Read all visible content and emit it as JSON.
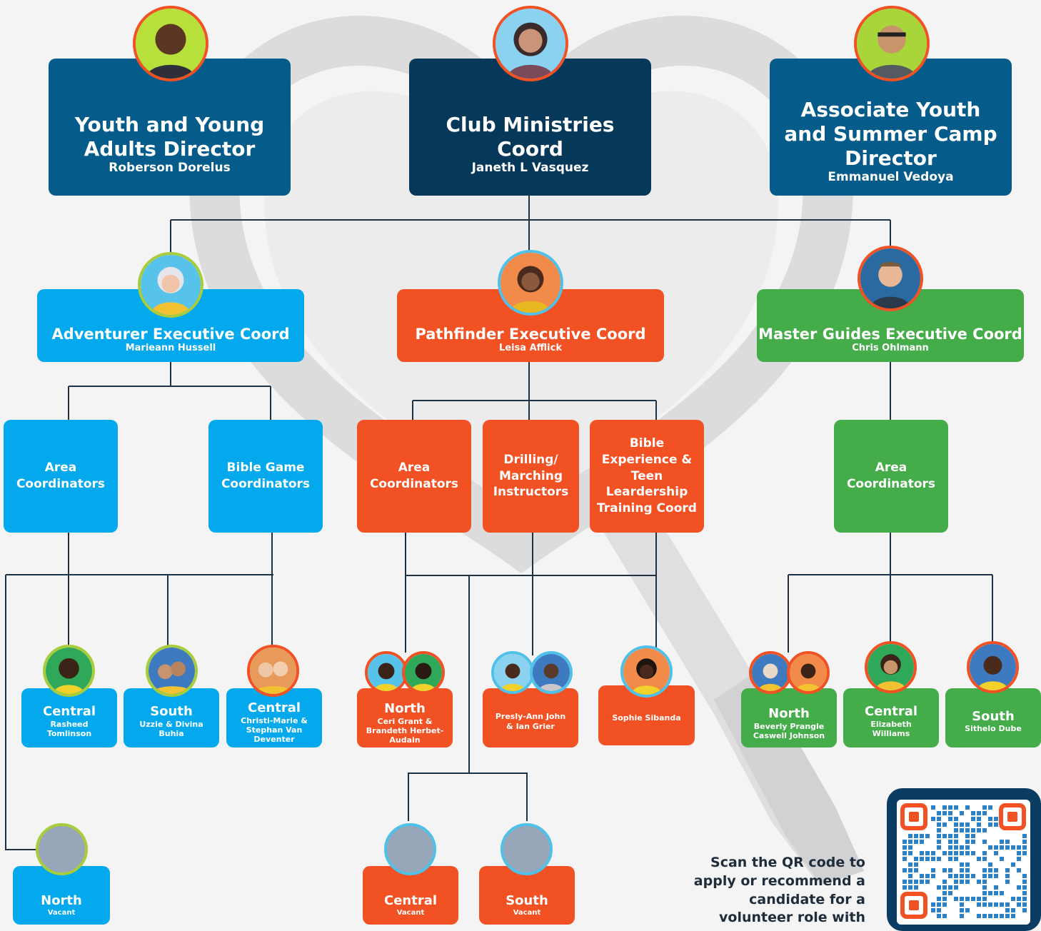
{
  "top": [
    {
      "title": "Youth and Young Adults Director",
      "name": "Roberson Dorelus"
    },
    {
      "title": "Club Ministries Coord",
      "name": "Janeth L Vasquez"
    },
    {
      "title": "Associate Youth and Summer Camp Director",
      "name": "Emmanuel Vedoya"
    }
  ],
  "exec": [
    {
      "title": "Adventurer Executive Coord",
      "name": "Marieann Hussell"
    },
    {
      "title": "Pathfinder Executive Coord",
      "name": "Leisa Afflick"
    },
    {
      "title": "Master Guides Executive Coord",
      "name": "Chris Ohlmann"
    }
  ],
  "roles": {
    "adv_area": "Area Coordinators",
    "adv_bible": "Bible Game Coordinators",
    "path_area": "Area Coordinators",
    "path_drill": "Drilling/ Marching Instructors",
    "path_bible": "Bible Experience & Teen Leardership Training Coord",
    "mg_area": "Area Coordinators"
  },
  "leaves": {
    "adv_central": {
      "region": "Central",
      "names": "Rasheed Tomlinson"
    },
    "adv_south": {
      "region": "South",
      "names": "Uzzie & Divina Buhia"
    },
    "adv_central2": {
      "region": "Central",
      "names": "Christi-Marie & Stephan Van Deventer"
    },
    "adv_north": {
      "region": "North",
      "names": "Vacant"
    },
    "path_north": {
      "region": "North",
      "names": "Ceri Grant & Brandeth Herbet-Audain"
    },
    "path_drill": {
      "names": "Presly-Ann John & Ian Grier"
    },
    "path_bible": {
      "names": "Sophie Sibanda"
    },
    "path_central": {
      "region": "Central",
      "names": "Vacant"
    },
    "path_south": {
      "region": "South",
      "names": "Vacant"
    },
    "mg_north": {
      "region": "North",
      "names": "Beverly Prangle Caswell Johnson"
    },
    "mg_central": {
      "region": "Central",
      "names": "Elizabeth Williams"
    },
    "mg_south": {
      "region": "South",
      "names": "Sithelo Dube"
    }
  },
  "cta": "Scan the QR code to apply or recommend a candidate for a volunteer role with",
  "colors": {
    "navy": "#055b8a",
    "dark_navy": "#06385a",
    "adventurer": "#03a9ec",
    "pathfinder": "#f15123",
    "master_guides": "#44ac48"
  },
  "icons": [
    "person-photo-icon",
    "vacant-avatar-icon",
    "qr-code-icon"
  ]
}
